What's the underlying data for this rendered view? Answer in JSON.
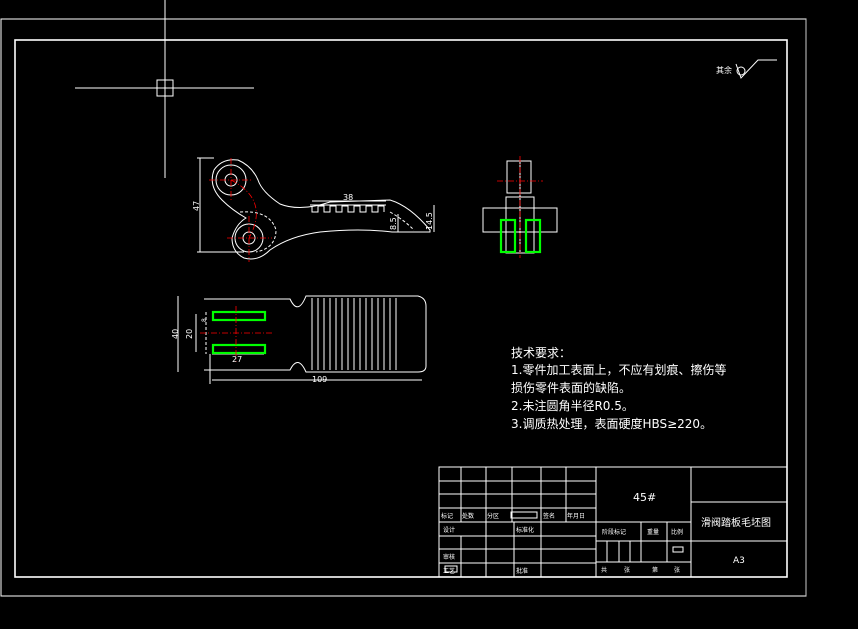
{
  "drawing": {
    "roughness_note": "其余",
    "dimensions": {
      "top_width": "38",
      "left_height": "47",
      "right_height": "14.5",
      "inner_height": "8.5",
      "bottom_overall": "109",
      "bottom_slot": "27",
      "bottom_height_outer": "40",
      "bottom_height_inner": "20",
      "bottom_small": "8"
    }
  },
  "requirements": {
    "heading": "技术要求：",
    "items": [
      "1.零件加工表面上，不应有划痕、擦伤等",
      "损伤零件表面的缺陷。",
      "2.未注圆角半径R0.5。",
      "3.调质热处理，表面硬度HBS≥220。"
    ]
  },
  "title_block": {
    "material": "45#",
    "drawing_name": "滑阀踏板毛坯图",
    "sheet_size": "A3",
    "labels": {
      "mark": "标记",
      "count": "处数",
      "zone": "分区",
      "sign": "签名",
      "date": "年月日",
      "design": "设计",
      "standardize": "标准化",
      "stage_mark": "阶段标记",
      "weight": "重量",
      "scale": "比例",
      "review": "审核",
      "process": "工艺",
      "approve": "批准",
      "total": "共",
      "sheet": "张",
      "number": "第",
      "sheet2": "张"
    }
  },
  "colors": {
    "background": "#000000",
    "line": "#ffffff",
    "center": "#ff0000",
    "accent": "#00ff00"
  }
}
